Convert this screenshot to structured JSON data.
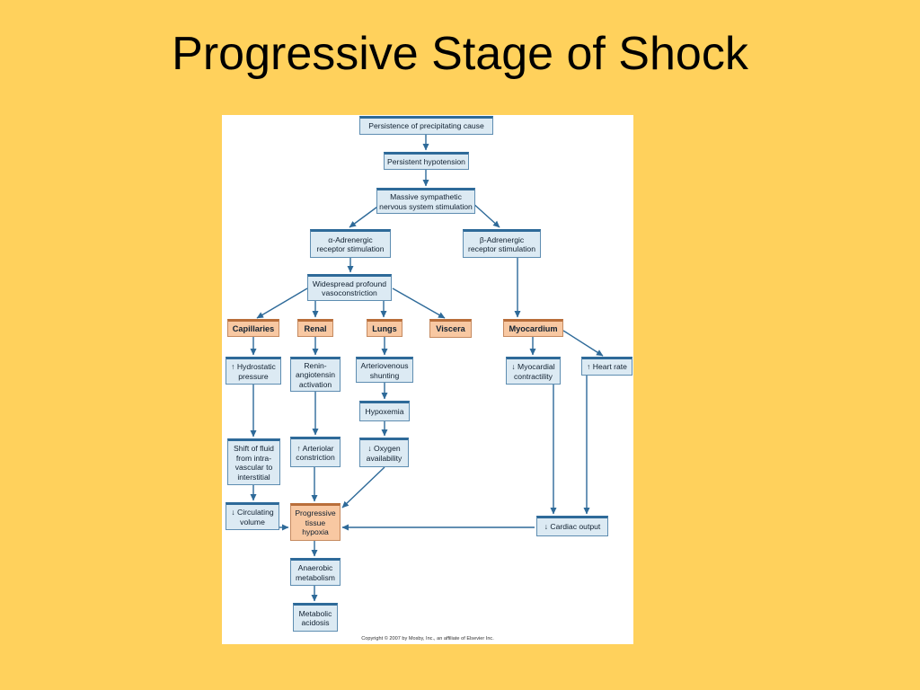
{
  "slide": {
    "title": "Progressive Stage of Shock"
  },
  "diagram": {
    "nodes": {
      "precipitating_cause": "Persistence of precipitating cause",
      "persistent_hypotension": "Persistent hypotension",
      "sympathetic_stimulation": "Massive sympathetic\nnervous system stimulation",
      "alpha_adrenergic": "α-Adrenergic\nreceptor stimulation",
      "beta_adrenergic": "β-Adrenergic\nreceptor stimulation",
      "vasoconstriction": "Widespread profound\nvasoconstriction",
      "capillaries": "Capillaries",
      "renal": "Renal",
      "lungs": "Lungs",
      "viscera": "Viscera",
      "myocardium": "Myocardium",
      "hydrostatic_pressure": "↑ Hydrostatic\npressure",
      "renin_angiotensin": "Renin-\nangiotensin\nactivation",
      "arteriovenous_shunting": "Arteriovenous\nshunting",
      "myocardial_contractility": "↓ Myocardial\ncontractility",
      "heart_rate": "↑ Heart rate",
      "hypoxemia": "Hypoxemia",
      "fluid_shift": "Shift of fluid\nfrom intra-\nvascular to\ninterstitial",
      "arteriolar_constriction": "↑ Arteriolar\nconstriction",
      "oxygen_availability": "↓ Oxygen\navailability",
      "circulating_volume": "↓ Circulating\nvolume",
      "tissue_hypoxia": "Progressive\ntissue\nhypoxia",
      "cardiac_output": "↓ Cardiac output",
      "anaerobic_metabolism": "Anaerobic\nmetabolism",
      "metabolic_acidosis": "Metabolic\nacidosis"
    },
    "copyright": "Copyright © 2007 by Mosby, Inc., an affiliate of Elsevier Inc.",
    "colors": {
      "background": "#FFD15C",
      "box_fill": "#DCEAF3",
      "box_border": "#2E6A99",
      "highlight_fill": "#F8C8A2",
      "arrow": "#2E6A99"
    }
  }
}
